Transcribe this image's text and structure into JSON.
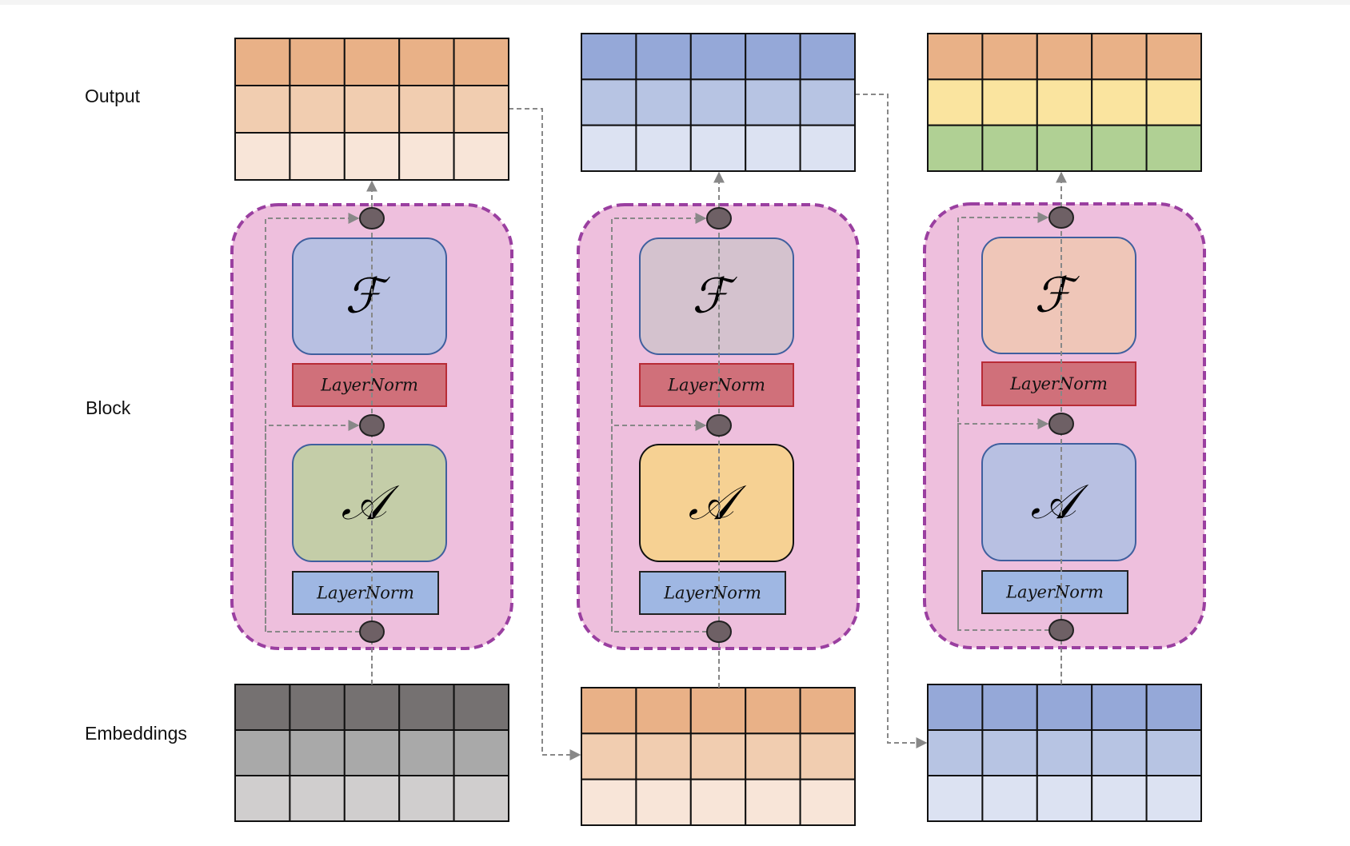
{
  "labels": {
    "output": "Output",
    "block": "Block",
    "embeddings": "Embeddings"
  },
  "blocks": [
    {
      "ffn_symbol": "ℱ",
      "attn_symbol": "𝒜",
      "top_norm": "LayerNorm",
      "bottom_norm": "LayerNorm",
      "ffn_color": "#b8c0e2",
      "attn_color": "#c4cda8",
      "attn_border": "#3f5f9e",
      "output_colors": [
        "#e9b187",
        "#f1cdb0",
        "#f8e5d8"
      ],
      "input_colors": [
        "#757171",
        "#a9a9a9",
        "#d0cece"
      ]
    },
    {
      "ffn_symbol": "ℱ",
      "attn_symbol": "𝒜",
      "top_norm": "LayerNorm",
      "bottom_norm": "LayerNorm",
      "ffn_color": "#d4c2ce",
      "attn_color": "#f6d193",
      "attn_border": "#111111",
      "output_colors": [
        "#95a8d8",
        "#b7c4e3",
        "#dce2f2"
      ],
      "input_colors": [
        "#e9b187",
        "#f1cdb0",
        "#f8e5d8"
      ]
    },
    {
      "ffn_symbol": "ℱ",
      "attn_symbol": "𝒜",
      "top_norm": "LayerNorm",
      "bottom_norm": "LayerNorm",
      "ffn_color": "#efc6b8",
      "attn_color": "#b8c0e2",
      "attn_border": "#3f5f9e",
      "output_colors": [
        "#e9b187",
        "#fae49f",
        "#b0d094"
      ],
      "input_colors": [
        "#95a8d8",
        "#b7c4e3",
        "#dce2f2"
      ]
    }
  ],
  "colors": {
    "block_fill": "#eebfdd",
    "block_border": "#9a3fa0",
    "top_norm_fill": "#d0707a",
    "top_norm_border": "#b82b36",
    "bottom_norm_fill": "#9fb7e3",
    "bottom_norm_border": "#222222",
    "ffn_border": "#3f5f9e",
    "node_fill": "#6e6065",
    "connector": "#888888"
  }
}
